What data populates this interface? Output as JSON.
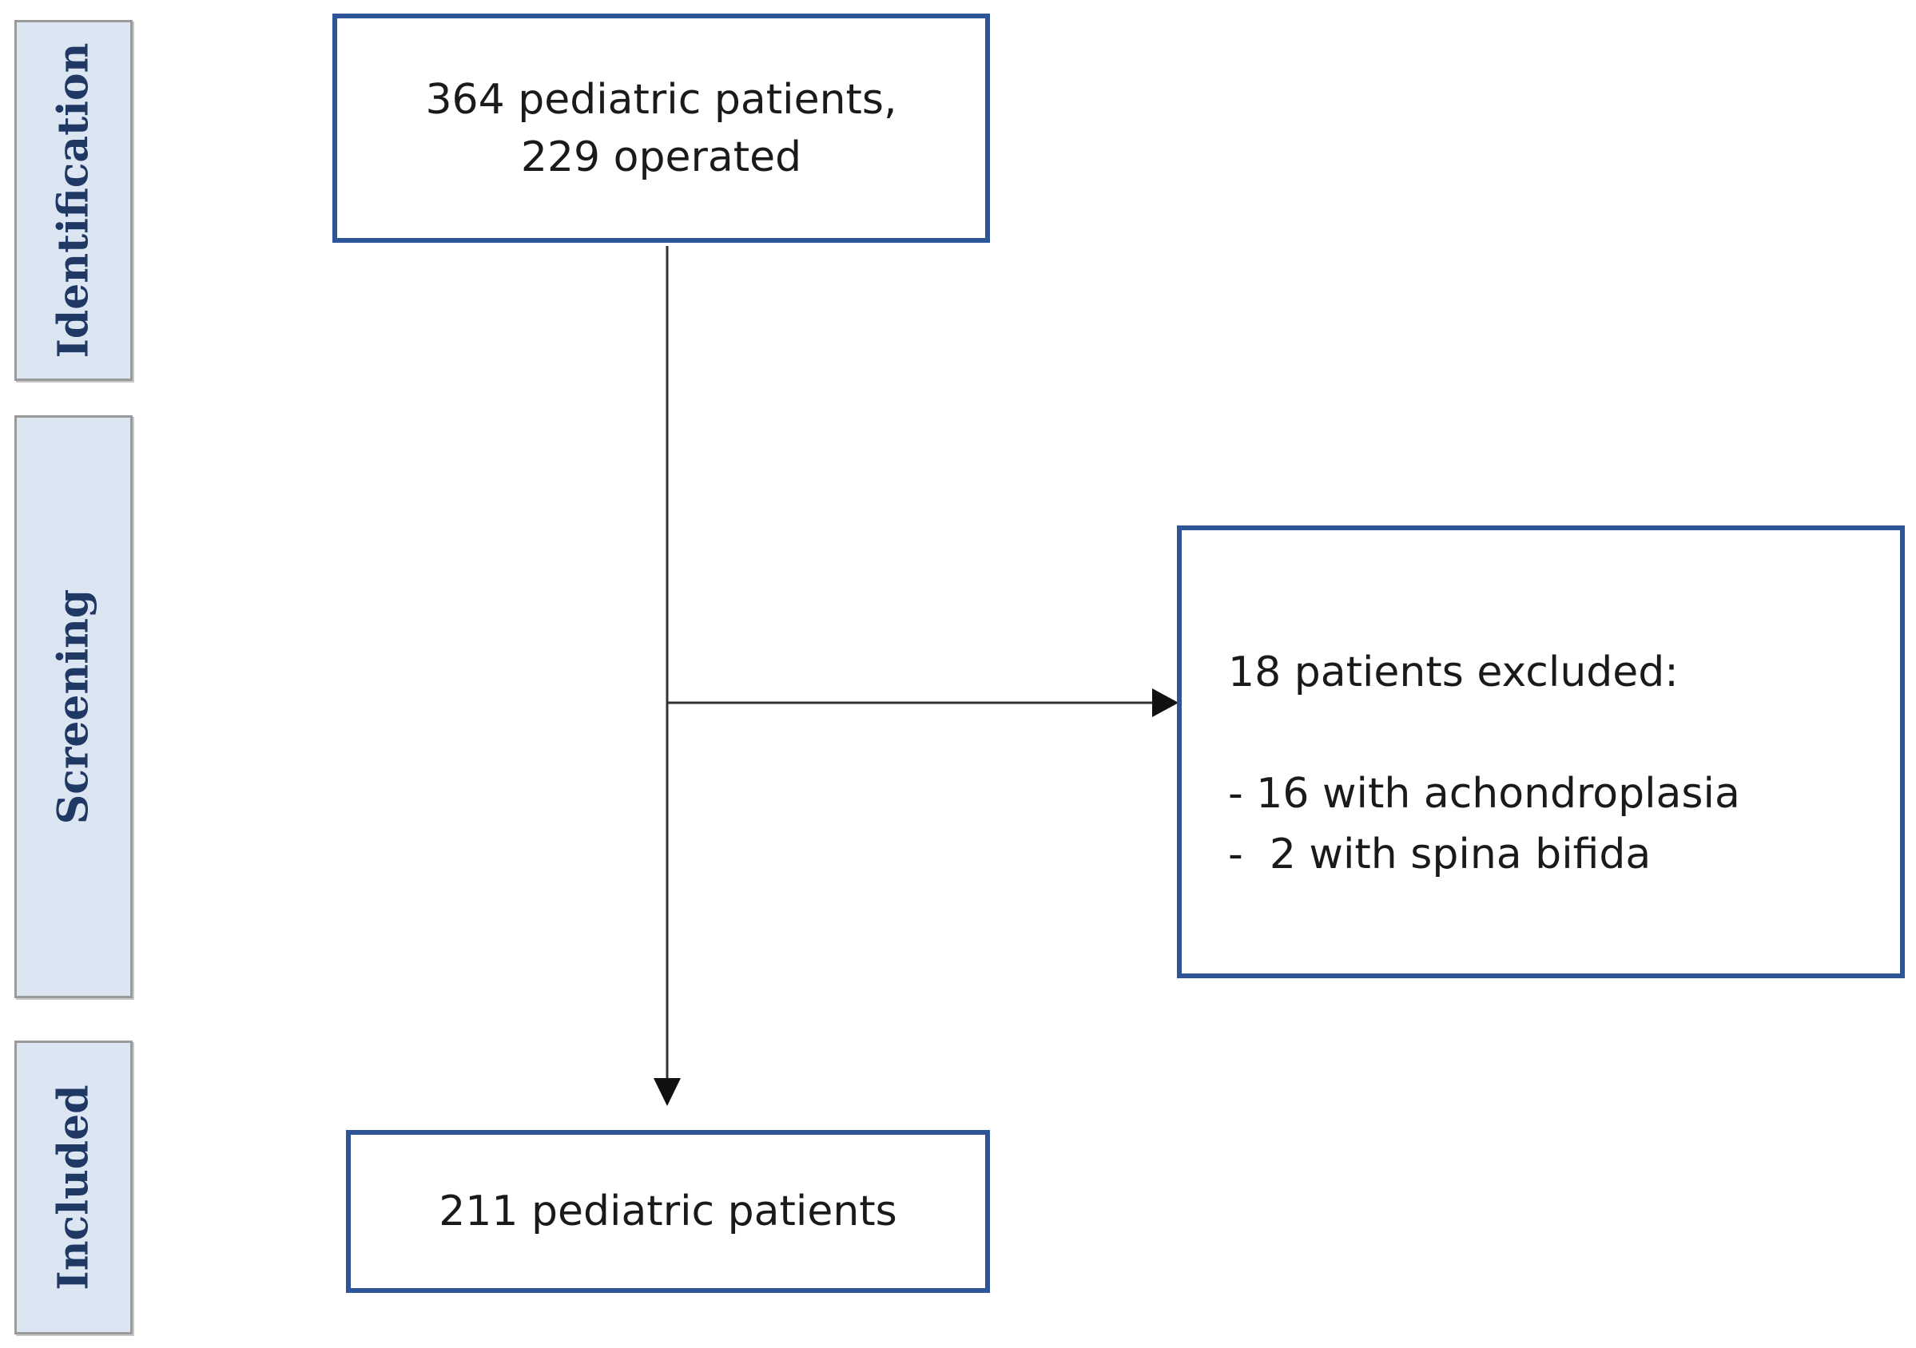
{
  "stages": [
    {
      "label": "Identification"
    },
    {
      "label": "Screening"
    },
    {
      "label": "Included"
    }
  ],
  "boxes": {
    "identification": {
      "lines": [
        "364 pediatric patients,",
        "229 operated"
      ]
    },
    "exclusion": {
      "heading": "18 patients excluded:",
      "items": [
        "- 16 with achondroplasia",
        "-  2 with spina bifida"
      ]
    },
    "included": {
      "lines": [
        "211 pediatric patients"
      ]
    }
  },
  "colors": {
    "box_border": "#2e5597",
    "stage_fill": "#dce6f2",
    "stage_text": "#1f3864",
    "arrow": "#333333"
  }
}
